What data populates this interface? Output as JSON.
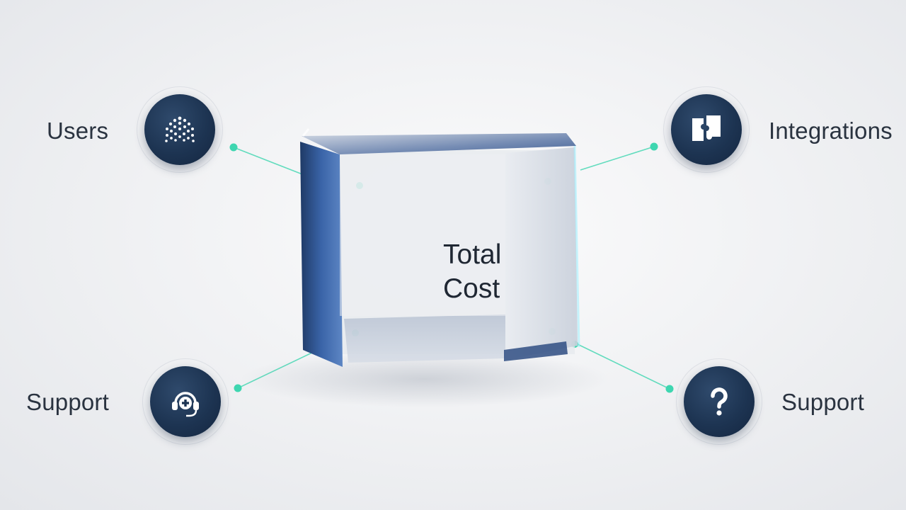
{
  "center": {
    "line1": "Total",
    "line2": "Cost"
  },
  "nodes": {
    "users": {
      "label": "Users",
      "icon": "users-icon"
    },
    "integrations": {
      "label": "Integrations",
      "icon": "puzzle-icon"
    },
    "support_left": {
      "label": "Support",
      "icon": "headset-icon"
    },
    "support_right": {
      "label": "Support",
      "icon": "question-icon"
    }
  },
  "colors": {
    "accent": "#3ed6b0",
    "icon_bg": "#1d3452",
    "text": "#2a3340"
  }
}
